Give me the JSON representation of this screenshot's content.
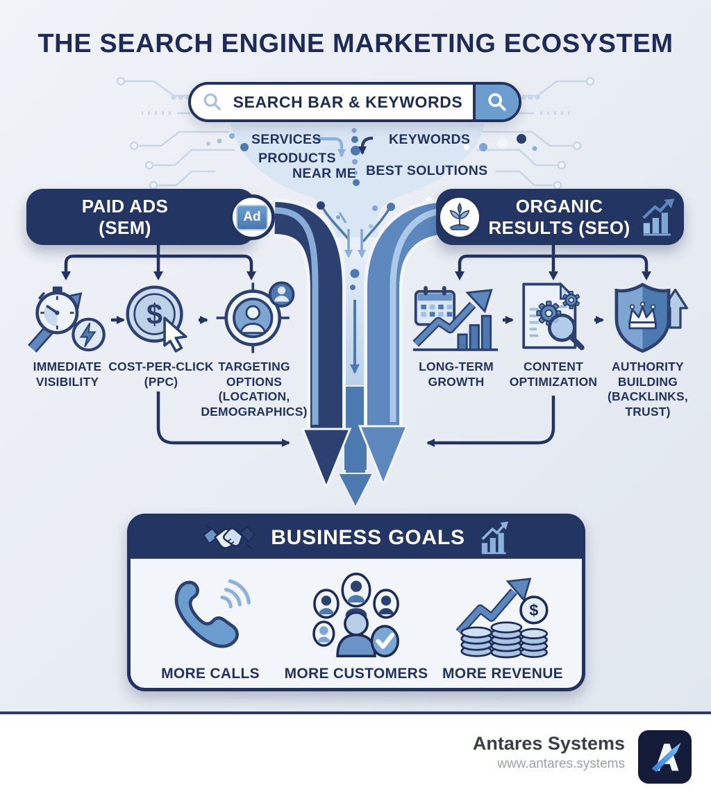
{
  "title": "THE SEARCH ENGINE MARKETING ECOSYSTEM",
  "search": {
    "label": "SEARCH BAR & KEYWORDS"
  },
  "keywords": {
    "services": "SERVICES",
    "products": "PRODUCTS",
    "near_me": "NEAR ME",
    "keywords": "KEYWORDS",
    "best_solutions": "BEST SOLUTIONS"
  },
  "paid": {
    "title": "PAID ADS\n(SEM)",
    "badge": "Ad",
    "items": [
      {
        "label": "IMMEDIATE\nVISIBILITY",
        "icon": "stopwatch-bolt-icon"
      },
      {
        "label": "COST-PER-CLICK\n(PPC)",
        "icon": "dollar-cursor-icon"
      },
      {
        "label": "TARGETING\nOPTIONS\n(LOCATION,\nDEMOGRAPHICS)",
        "icon": "target-audience-icon"
      }
    ]
  },
  "organic": {
    "title": "ORGANIC\nRESULTS (SEO)",
    "items": [
      {
        "label": "LONG-TERM\nGROWTH",
        "icon": "calendar-growth-icon"
      },
      {
        "label": "CONTENT\nOPTIMIZATION",
        "icon": "document-gears-icon"
      },
      {
        "label": "AUTHORITY\nBUILDING\n(BACKLINKS,\nTRUST)",
        "icon": "shield-crown-icon"
      }
    ]
  },
  "goals": {
    "title": "BUSINESS GOALS",
    "items": [
      {
        "label": "MORE CALLS",
        "icon": "phone-icon"
      },
      {
        "label": "MORE CUSTOMERS",
        "icon": "customers-icon"
      },
      {
        "label": "MORE REVENUE",
        "icon": "revenue-coins-icon"
      }
    ]
  },
  "footer": {
    "company": "Antares Systems",
    "website": "www.antares.systems"
  },
  "icons": {
    "dollar_glyph": "$"
  },
  "colors": {
    "navy": "#22335f",
    "box_navy": "#233663",
    "mid_blue": "#4b79b0",
    "steel_blue": "#6b9ecf",
    "light_blue": "#8ab2dc",
    "pale_blue": "#d8e5f3",
    "background": "#e9edf4",
    "panel": "#f2f6fb",
    "footer_bg": "#ffffff"
  }
}
